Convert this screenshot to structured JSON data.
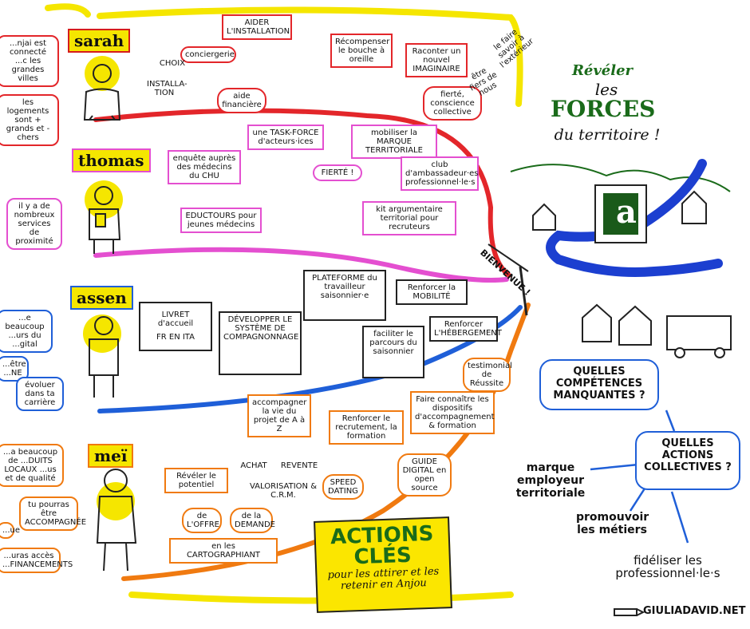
{
  "rows": {
    "sarah": {
      "name": "sarah",
      "left_notes": [
        "...njai est connecté ...c les grandes villes",
        "les logements sont + grands et - chers"
      ],
      "notes": {
        "aider": "AIDER L'INSTALLATION",
        "conciergerie": "conciergerie",
        "choix": "CHOIX",
        "installation": "INSTALLA-TION",
        "aide_fin": "aide financière",
        "recompenser": "Récompenser le bouche à oreille",
        "raconter": "Raconter un nouvel IMAGINAIRE",
        "fierte": "fierté, conscience collective",
        "etre_fiers": "être fiers de nous",
        "faire_savoir": "le faire savoir à l'extérieur"
      }
    },
    "thomas": {
      "name": "thomas",
      "left_notes": [
        "il y a de nombreux services de proximité"
      ],
      "notes": {
        "enquete": "enquête auprès des médecins du CHU",
        "task_force": "une TASK-FORCE d'acteurs·ices",
        "mobiliser": "mobiliser la MARQUE TERRITORIALE",
        "fierte": "FIERTÉ !",
        "club": "club d'ambassadeur·es professionnel·le·s",
        "eductours": "EDUCTOURS pour jeunes médecins",
        "kit": "kit argumentaire territorial pour recruteurs"
      }
    },
    "assen": {
      "name": "assen",
      "left_notes": [
        "...e beaucoup ...urs du ...gital",
        "...être ...NE",
        "évoluer dans ta carrière"
      ],
      "notes": {
        "livret": "LIVRET d'accueil",
        "langs": "FR  EN  ITA",
        "compagnonnage": "DÉVELOPPER LE SYSTÈME DE COMPAGNONNAGE",
        "plateforme": "PLATEFORME du travailleur saisonnier·e",
        "mobilite": "Renforcer la MOBILITÉ",
        "faciliter": "faciliter le parcours du saisonnier",
        "hebergement": "Renforcer L'HÉBERGEMENT"
      }
    },
    "mei": {
      "name": "meï",
      "left_notes": [
        "...a beaucoup de ...DUITS LOCAUX ...us et de qualité",
        "tu pourras être ACCOMPAGNÉE",
        "...ue",
        "...uras accès ...FINANCEMENTS"
      ],
      "notes": {
        "accompagner": "accompagner la vie du projet de A à Z",
        "achat": "ACHAT",
        "revente": "REVENTE",
        "valorisation": "VALORISATION & C.R.M.",
        "reveler": "Révéler le potentiel",
        "offre": "de L'OFFRE",
        "demande": "de la DEMANDE",
        "cartographiant": "en les CARTOGRAPHIANT",
        "recrutement": "Renforcer le recrutement, la formation",
        "speed": "SPEED DATING",
        "faire_connaitre": "Faire connaître les dispositifs d'accompagnement & formation",
        "testimonial": "testimonial de Réussite",
        "guide": "GUIDE DIGITAL en open source"
      }
    }
  },
  "hero": {
    "line1": "Révéler",
    "line2": "les",
    "line3": "FORCES",
    "line4": "du territoire !"
  },
  "signpost": "BIENVENUE !",
  "billboard_letter": "a",
  "questions": {
    "competences": "QUELLES COMPÉTENCES MANQUANTES ?",
    "actions": "QUELLES ACTIONS COLLECTIVES ?"
  },
  "actions": {
    "marque": "marque employeur territoriale",
    "promouvoir": "promouvoir les métiers",
    "fideliser": "fidéliser les professionnel·le·s"
  },
  "key_box": {
    "title": "ACTIONS CLÉS",
    "subtitle": "pour les attirer et les retenir en Anjou"
  },
  "credit": "GIULIADAVID.NET",
  "colors": {
    "yellow": "#f5e600",
    "red": "#e3262a",
    "pink": "#e44fd0",
    "blue": "#1f5fd8",
    "orange": "#f07a10",
    "green": "#1a6b1a"
  }
}
